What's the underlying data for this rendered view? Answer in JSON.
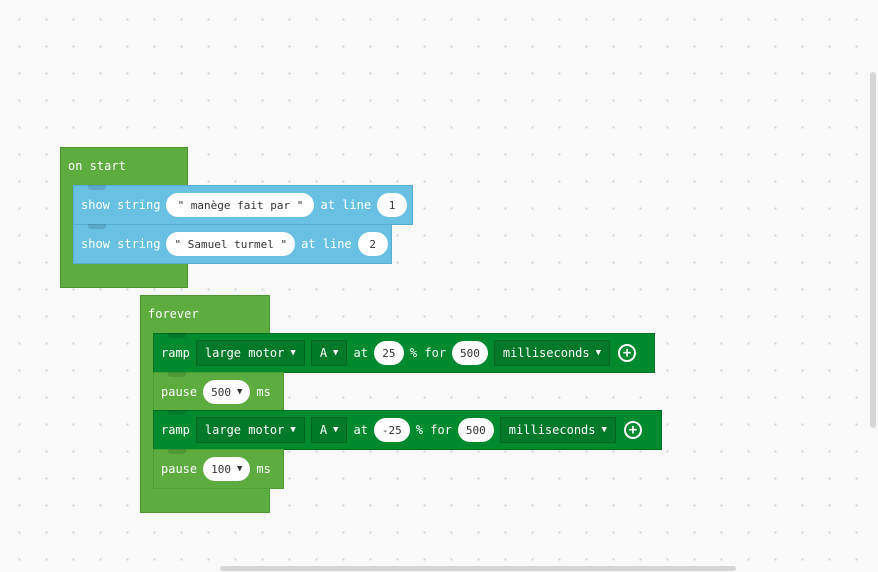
{
  "on_start": {
    "label": "on start",
    "blocks": [
      {
        "keyword": "show string",
        "text": "\" manège fait par \"",
        "at_line": "at line",
        "line": "1"
      },
      {
        "keyword": "show string",
        "text": "\" Samuel turmel \"",
        "at_line": "at line",
        "line": "2"
      }
    ]
  },
  "forever": {
    "label": "forever",
    "ramp1": {
      "keyword": "ramp",
      "motor": "large motor",
      "port": "A",
      "at": "at",
      "speed": "25",
      "for": "% for",
      "duration": "500",
      "unit": "milliseconds"
    },
    "pause1": {
      "keyword": "pause",
      "value": "500",
      "unit": "ms"
    },
    "ramp2": {
      "keyword": "ramp",
      "motor": "large motor",
      "port": "A",
      "at": "at",
      "speed": "-25",
      "for": "% for",
      "duration": "500",
      "unit": "milliseconds"
    },
    "pause2": {
      "keyword": "pause",
      "value": "100",
      "unit": "ms"
    }
  },
  "icons": {
    "dropdown": "▼",
    "add": "+"
  },
  "colors": {
    "event_green": "#5cac40",
    "display_cyan": "#68c1e3",
    "motor_green": "#008a2e"
  }
}
